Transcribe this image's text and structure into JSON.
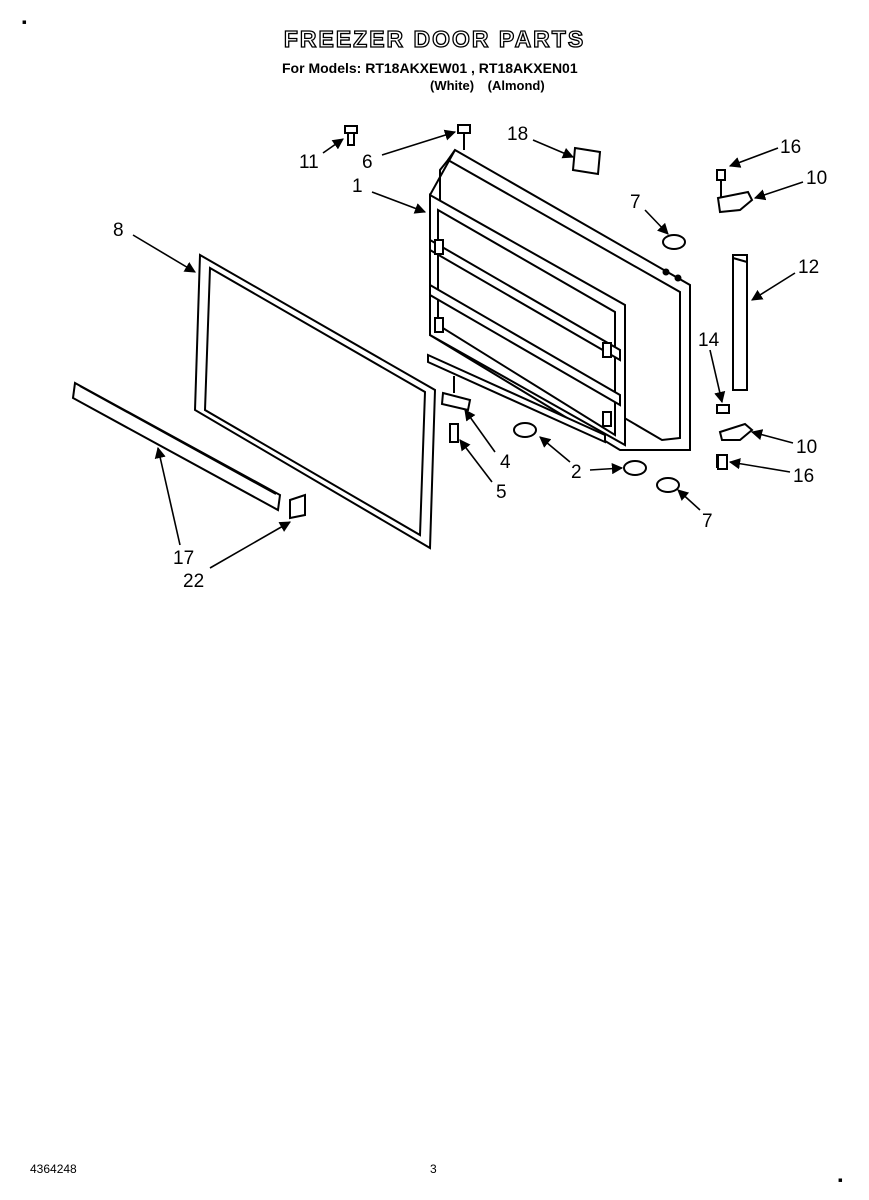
{
  "header": {
    "title": "FREEZER DOOR PARTS",
    "models": "For Models: RT18AKXEW01 , RT18AKXEN01",
    "colors": "(White) (Almond)"
  },
  "callouts": {
    "c1": "1",
    "c2": "2",
    "c4": "4",
    "c5": "5",
    "c6": "6",
    "c7a": "7",
    "c7b": "7",
    "c8": "8",
    "c10a": "10",
    "c10b": "10",
    "c11": "11",
    "c12": "12",
    "c14": "14",
    "c16a": "16",
    "c16b": "16",
    "c17": "17",
    "c18": "18",
    "c22": "22"
  },
  "footer": {
    "part_number": "4364248",
    "page": "3"
  }
}
